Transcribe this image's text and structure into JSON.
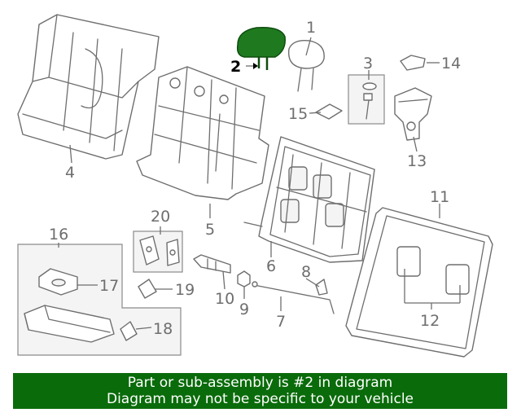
{
  "colors": {
    "highlight": "#1f7a1f",
    "banner_bg": "#0a6b0a",
    "banner_text": "#ffffff",
    "line": "#6e6e6e"
  },
  "callouts": {
    "c1": "1",
    "c2": "2",
    "c3": "3",
    "c4": "4",
    "c5": "5",
    "c6": "6",
    "c7": "7",
    "c8": "8",
    "c9": "9",
    "c10": "10",
    "c11": "11",
    "c12": "12",
    "c13": "13",
    "c14": "14",
    "c15": "15",
    "c16": "16",
    "c17": "17",
    "c18": "18",
    "c19": "19",
    "c20": "20"
  },
  "highlighted_part": "2",
  "banner": {
    "line1": "Part or sub-assembly is #2 in diagram",
    "line2": "Diagram may not be specific to your vehicle"
  }
}
